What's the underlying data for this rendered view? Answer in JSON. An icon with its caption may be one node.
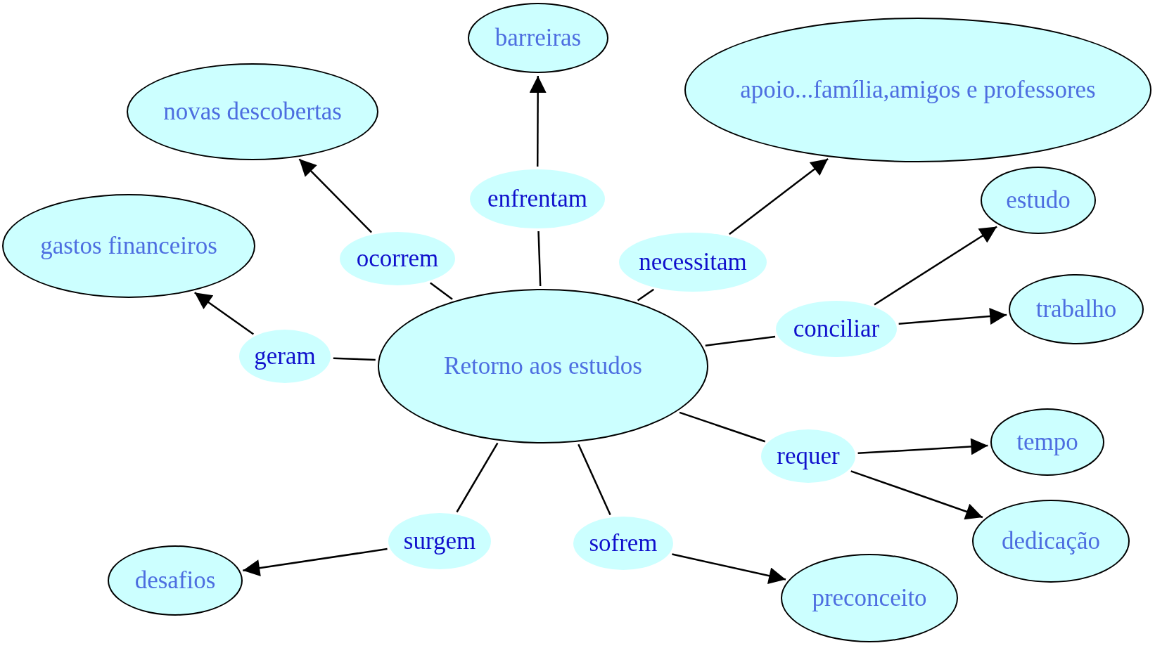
{
  "diagram": {
    "nodes": [
      {
        "text": [
          "barreiras"
        ]
      },
      {
        "text": [
          "apoio...família,amigos e professores"
        ]
      },
      {
        "text": [
          "novas descobertas"
        ]
      },
      {
        "text": [
          "enfrentam"
        ]
      },
      {
        "text": [
          "estudo"
        ]
      },
      {
        "text": [
          "gastos financeiros"
        ]
      },
      {
        "text": [
          "ocorrem"
        ]
      },
      {
        "text": [
          "necessitam"
        ]
      },
      {
        "text": [
          "trabalho"
        ]
      },
      {
        "text": [
          "conciliar"
        ]
      },
      {
        "text": [
          "geram"
        ]
      },
      {
        "text": [
          "Retorno aos estudos"
        ]
      },
      {
        "text": [
          "tempo"
        ]
      },
      {
        "text": [
          "requer"
        ]
      },
      {
        "text": [
          "surgem"
        ]
      },
      {
        "text": [
          "dedicação"
        ]
      },
      {
        "text": [
          "sofrem"
        ]
      },
      {
        "text": [
          "desafios"
        ]
      },
      {
        "text": [
          "preconceito"
        ]
      }
    ],
    "edges": [
      {
        "from": 11,
        "to": 3,
        "arrow": "none"
      },
      {
        "from": 3,
        "to": 0,
        "arrow": "to"
      },
      {
        "from": 11,
        "to": 6,
        "arrow": "none"
      },
      {
        "from": 6,
        "to": 2,
        "arrow": "to"
      },
      {
        "from": 11,
        "to": 7,
        "arrow": "none"
      },
      {
        "from": 7,
        "to": 1,
        "arrow": "to"
      },
      {
        "from": 11,
        "to": 10,
        "arrow": "none"
      },
      {
        "from": 10,
        "to": 5,
        "arrow": "to"
      },
      {
        "from": 11,
        "to": 9,
        "arrow": "none"
      },
      {
        "from": 9,
        "to": 4,
        "arrow": "to"
      },
      {
        "from": 9,
        "to": 8,
        "arrow": "to"
      },
      {
        "from": 11,
        "to": 13,
        "arrow": "none"
      },
      {
        "from": 13,
        "to": 12,
        "arrow": "to"
      },
      {
        "from": 13,
        "to": 15,
        "arrow": "to"
      },
      {
        "from": 11,
        "to": 14,
        "arrow": "none"
      },
      {
        "from": 14,
        "to": 17,
        "arrow": "to"
      },
      {
        "from": 11,
        "to": 16,
        "arrow": "none"
      },
      {
        "from": 16,
        "to": 18,
        "arrow": "to"
      }
    ]
  }
}
